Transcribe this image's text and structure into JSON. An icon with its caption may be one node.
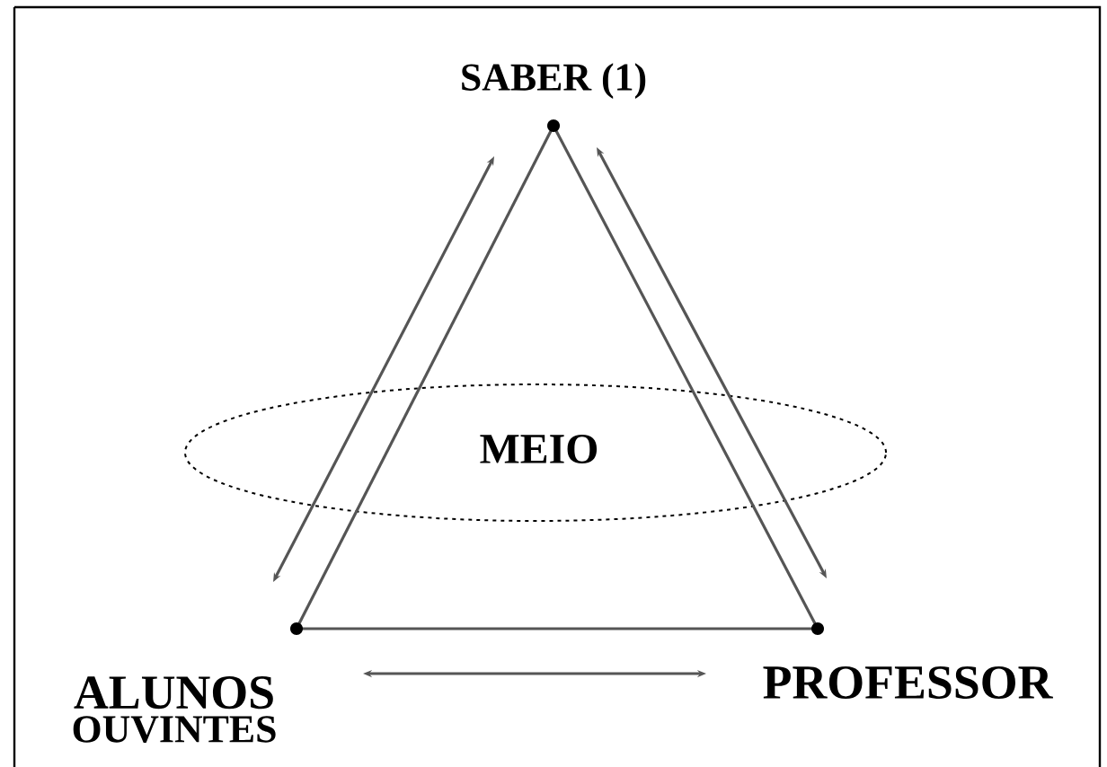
{
  "diagram": {
    "nodes": [
      {
        "text": [
          "SABER (1)"
        ]
      },
      {
        "text": [
          "ALUNOS",
          "OUVINTES"
        ]
      },
      {
        "text": [
          "PROFESSOR"
        ]
      },
      {
        "text": [
          "MEIO"
        ]
      }
    ],
    "edges": [
      {
        "from": 0,
        "to": 1,
        "arrow": "none"
      },
      {
        "from": 0,
        "to": 2,
        "arrow": "none"
      },
      {
        "from": 1,
        "to": 2,
        "arrow": "none"
      },
      {
        "from": 1,
        "to": 0,
        "arrow": "both"
      },
      {
        "from": 0,
        "to": 2,
        "arrow": "both"
      },
      {
        "from": 1,
        "to": 2,
        "arrow": "both"
      }
    ]
  }
}
